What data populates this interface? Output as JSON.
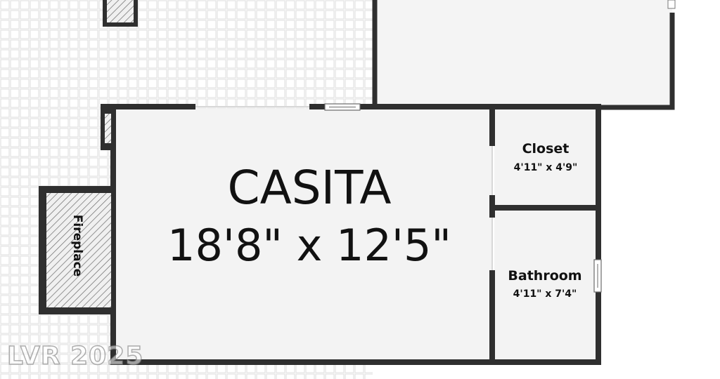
{
  "rooms": {
    "casita": {
      "name": "CASITA",
      "dimensions": "18'8\" x 12'5\""
    },
    "closet": {
      "name": "Closet",
      "dimensions": "4'11\" x 4'9\""
    },
    "bathroom": {
      "name": "Bathroom",
      "dimensions": "4'11\" x 7'4\""
    },
    "fireplace": {
      "name": "Fireplace"
    }
  },
  "watermark": "LVR 2025",
  "colors": {
    "wall": "#2f2f2f",
    "floor": "#f3f3f3",
    "patio_tile": "#e9e9e9",
    "hatch": "#6a6a6a"
  }
}
